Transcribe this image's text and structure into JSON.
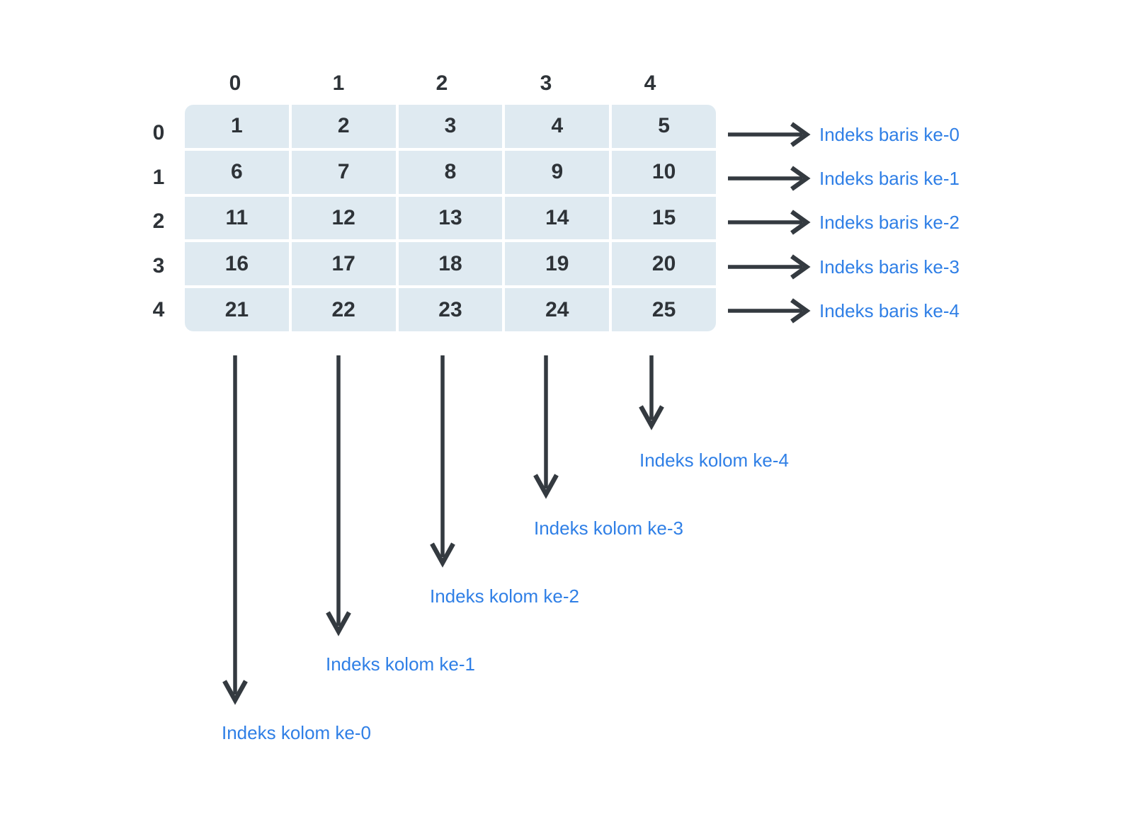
{
  "diagram": {
    "title": "Matrix row and column index diagram",
    "language": "id",
    "colors": {
      "cell_fill": "#dfeaf1",
      "cell_text": "#2e3338",
      "header_text": "#2e3338",
      "annotation_blue": "#2f7fe6",
      "arrow_dark": "#343a40",
      "background": "#ffffff"
    }
  },
  "matrix": {
    "rows": 5,
    "cols": 5,
    "column_headers": [
      "0",
      "1",
      "2",
      "3",
      "4"
    ],
    "row_headers": [
      "0",
      "1",
      "2",
      "3",
      "4"
    ],
    "values": [
      [
        "1",
        "2",
        "3",
        "4",
        "5"
      ],
      [
        "6",
        "7",
        "8",
        "9",
        "10"
      ],
      [
        "11",
        "12",
        "13",
        "14",
        "15"
      ],
      [
        "16",
        "17",
        "18",
        "19",
        "20"
      ],
      [
        "21",
        "22",
        "23",
        "24",
        "25"
      ]
    ]
  },
  "row_annotations": [
    {
      "label": "Indeks baris ke-0"
    },
    {
      "label": "Indeks baris ke-1"
    },
    {
      "label": "Indeks baris ke-2"
    },
    {
      "label": "Indeks baris ke-3"
    },
    {
      "label": "Indeks baris ke-4"
    }
  ],
  "column_annotations": [
    {
      "label": "Indeks kolom ke-0"
    },
    {
      "label": "Indeks kolom ke-1"
    },
    {
      "label": "Indeks kolom ke-2"
    },
    {
      "label": "Indeks kolom ke-3"
    },
    {
      "label": "Indeks kolom ke-4"
    }
  ]
}
